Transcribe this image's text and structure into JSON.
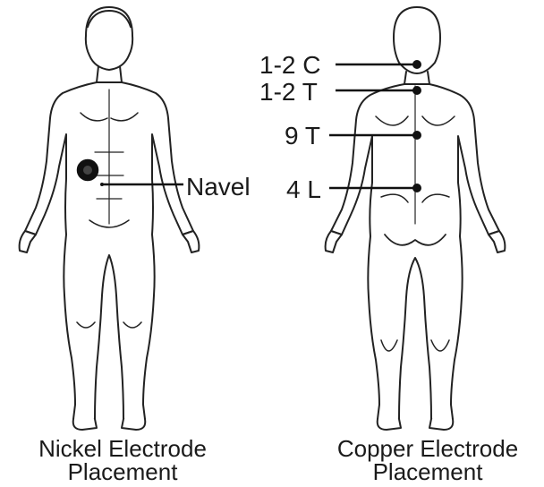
{
  "left_figure": {
    "marker": "Navel",
    "caption_line1": "Nickel Electrode",
    "caption_line2": "Placement"
  },
  "right_figure": {
    "markers": [
      "1-2 C",
      "1-2 T",
      "9 T",
      "4 L"
    ],
    "caption_line1": "Copper Electrode",
    "caption_line2": "Placement"
  }
}
